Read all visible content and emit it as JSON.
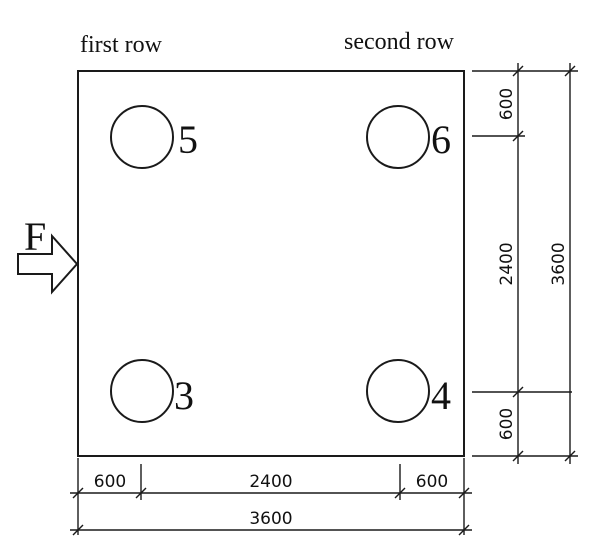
{
  "row_labels": {
    "first": "first row",
    "second": "second row"
  },
  "force_label": "F",
  "piles": [
    {
      "id": "5"
    },
    {
      "id": "6"
    },
    {
      "id": "3"
    },
    {
      "id": "4"
    }
  ],
  "dimensions": {
    "bottom_segments": [
      "600",
      "2400",
      "600"
    ],
    "bottom_total": "3600",
    "right_segments": [
      "600",
      "2400",
      "600"
    ],
    "right_total": "3600"
  }
}
